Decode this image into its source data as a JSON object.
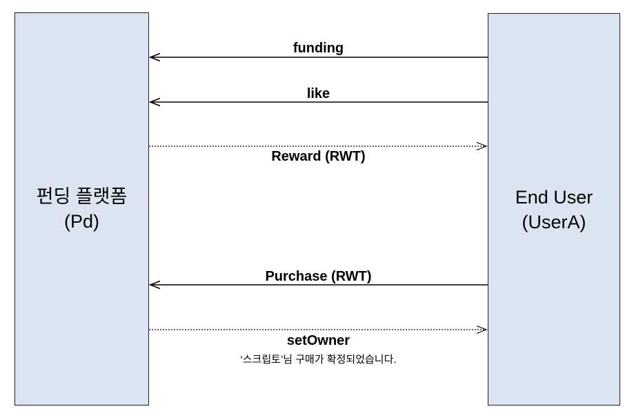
{
  "diagram": {
    "type": "sequence",
    "actors": [
      {
        "id": "funding-platform",
        "line1": "펀딩 플랫폼",
        "line2": "(Pd)"
      },
      {
        "id": "end-user",
        "line1": "End User",
        "line2": "(UserA)"
      }
    ],
    "messages": [
      {
        "label": "funding",
        "from": "end-user",
        "to": "funding-platform",
        "line_style": "solid",
        "arrow_direction": "left",
        "label_position": "above"
      },
      {
        "label": "like",
        "from": "end-user",
        "to": "funding-platform",
        "line_style": "solid",
        "arrow_direction": "left",
        "label_position": "above"
      },
      {
        "label": "Reward (RWT)",
        "from": "funding-platform",
        "to": "end-user",
        "line_style": "dotted",
        "arrow_direction": "right",
        "label_position": "below"
      },
      {
        "label": "Purchase (RWT)",
        "from": "end-user",
        "to": "funding-platform",
        "line_style": "solid",
        "arrow_direction": "left",
        "label_position": "above"
      },
      {
        "label": "setOwner",
        "from": "funding-platform",
        "to": "end-user",
        "line_style": "dotted",
        "arrow_direction": "right",
        "label_position": "below"
      }
    ],
    "note": "‘스크립토’님 구매가 확정되었습니다.",
    "colors": {
      "actor_fill": "#dbe4f0",
      "actor_border": "#1f1f1f",
      "line": "#000000",
      "text": "#000000",
      "background": "#ffffff"
    }
  }
}
